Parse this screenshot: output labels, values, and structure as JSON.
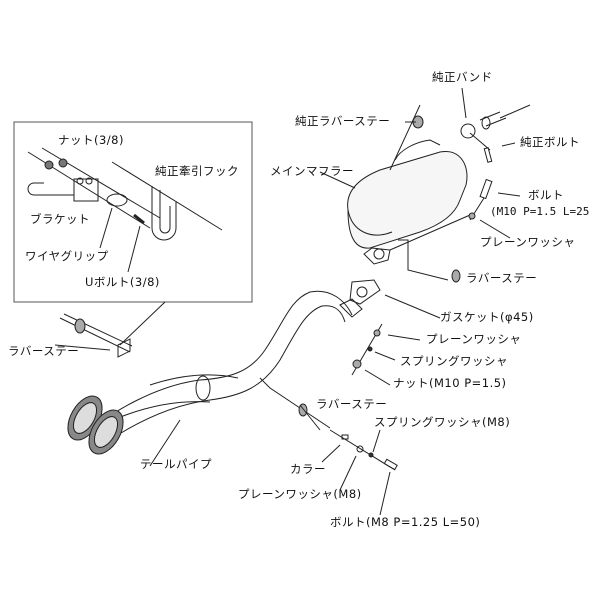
{
  "inset": {
    "nut": "ナット(3/8)",
    "tow_hook": "純正牽引フック",
    "bracket": "ブラケット",
    "wire_grip": "ワイヤグリップ",
    "u_bolt": "Uボルト(3/8)"
  },
  "labels": {
    "oem_band": "純正バンド",
    "oem_rubber_stay": "純正ラバーステー",
    "oem_bolt": "純正ボルト",
    "main_muffler": "メインマフラー",
    "bolt_m10": "ボルト",
    "bolt_m10_spec": "(M10 P=1.5 L=25",
    "plain_washer_1": "プレーンワッシャ",
    "rubber_stay_1": "ラバーステー",
    "gasket": "ガスケット(φ45)",
    "plain_washer_2": "プレーンワッシャ",
    "spring_washer": "スプリングワッシャ",
    "nut_m10": "ナット(M10 P=1.5)",
    "rubber_stay_2": "ラバーステー",
    "spring_washer_m8": "スプリングワッシャ(M8)",
    "collar": "カラー",
    "plain_washer_m8": "プレーンワッシャ(M8)",
    "bolt_m8": "ボルト(M8 P=1.25 L=50)",
    "tail_pipe": "テールパイプ",
    "rubber_stay_left": "ラバーステー"
  }
}
